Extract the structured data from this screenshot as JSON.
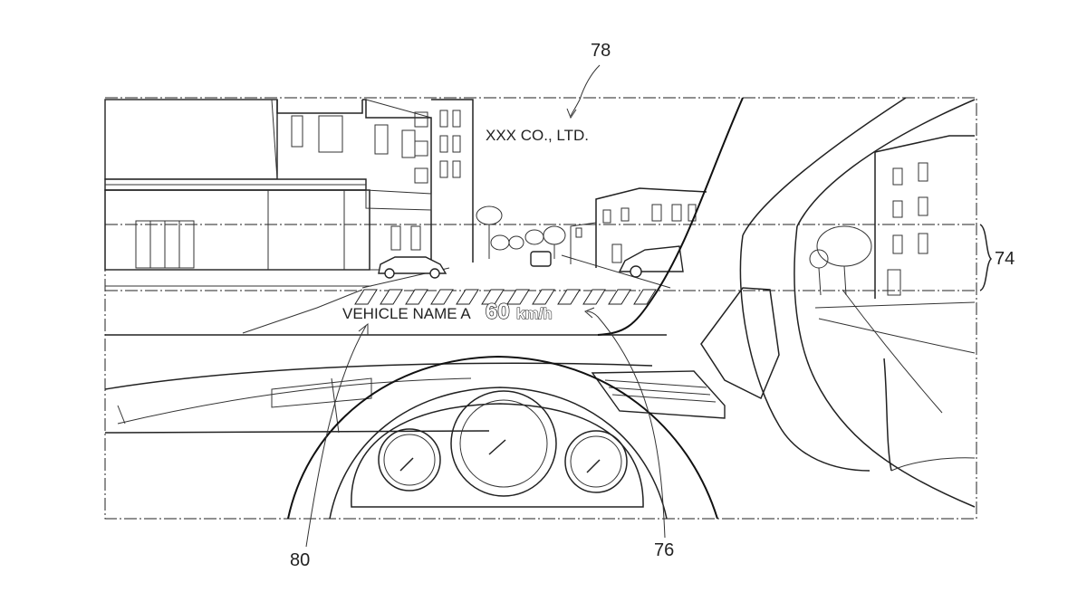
{
  "reference_numerals": {
    "brand_display": "78",
    "display_band": "74",
    "speed_display": "76",
    "vehicle_name_display": "80"
  },
  "hud": {
    "brand_text": "XXX CO., LTD.",
    "vehicle_name": "VEHICLE NAME A",
    "speed_value": "60",
    "speed_unit": "km/h"
  }
}
